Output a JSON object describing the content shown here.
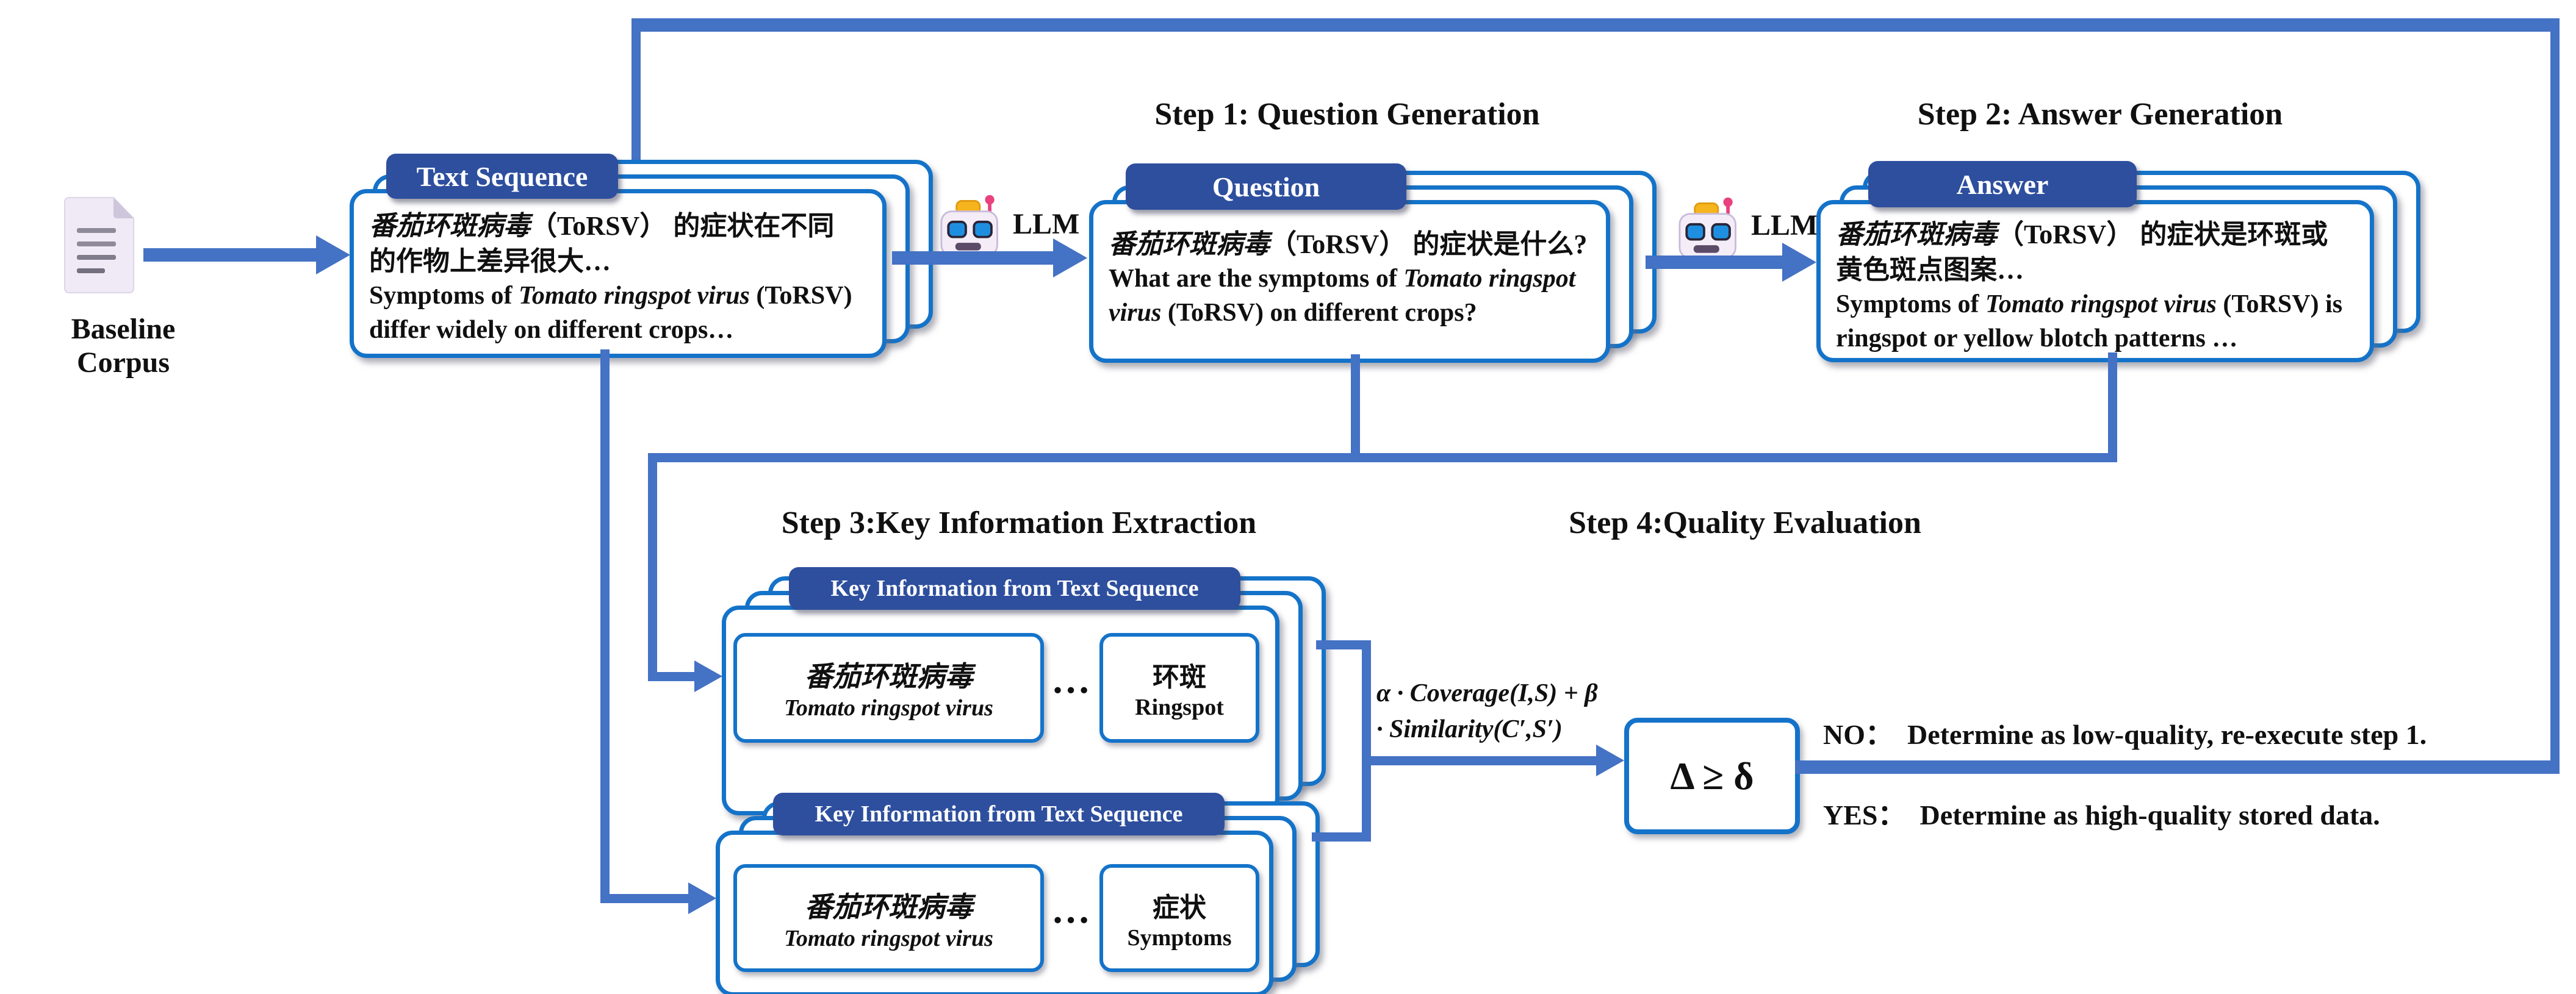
{
  "palette": {
    "arrow_blue": "#4472C4",
    "card_border_blue": "#1473C9",
    "tab_navy": "#2E4F9E",
    "text_black": "#101010",
    "doc_lavender": "#EFEAF5"
  },
  "corpus": {
    "label": "Baseline Corpus"
  },
  "llm": {
    "label": "LLM"
  },
  "steps": {
    "step1": "Step 1: Question Generation",
    "step2": "Step 2: Answer Generation",
    "step3": "Step 3:Key Information Extraction",
    "step4": "Step 4:Quality Evaluation"
  },
  "text_sequence": {
    "tab": "Text Sequence",
    "zh_italic": "番茄环斑病毒",
    "zh_rest": "（ToRSV） 的症状在不同的作物上差异很大…",
    "en_pre": "Symptoms of ",
    "en_italic": "Tomato ringspot virus",
    "en_post": " (ToRSV) differ widely on different crops…"
  },
  "question": {
    "tab": "Question",
    "zh_italic": "番茄环斑病毒",
    "zh_rest": "（ToRSV） 的症状是什么?",
    "en_pre": "What are the symptoms of ",
    "en_italic": "Tomato ringspot virus",
    "en_post": " (ToRSV) on different crops?"
  },
  "answer": {
    "tab": "Answer",
    "zh_italic": "番茄环斑病毒",
    "zh_rest": "（ToRSV） 的症状是环斑或黄色斑点图案…",
    "en_pre": "Symptoms of ",
    "en_italic": "Tomato ringspot virus",
    "en_post": " (ToRSV) is  ringspot or yellow blotch patterns …"
  },
  "key_info_top": {
    "tab": "Key Information from Text Sequence",
    "item1_zh": "番茄环斑病毒",
    "item1_en": "Tomato ringspot virus",
    "ellipsis": "…",
    "item2_zh": "环斑",
    "item2_en": "Ringspot"
  },
  "key_info_bottom": {
    "tab": "Key Information from Text Sequence",
    "item1_zh": "番茄环斑病毒",
    "item1_en": "Tomato ringspot virus",
    "ellipsis": "…",
    "item2_zh": "症状",
    "item2_en": "Symptoms"
  },
  "evaluation": {
    "formula_line1": "α · Coverage(I,S) + β",
    "formula_line2": "· Similarity(C′,S′)",
    "threshold": "Δ ≥ δ",
    "no_text": "NO：  Determine as low-quality, re-execute step 1.",
    "yes_text": "YES：  Determine as high-quality stored data."
  }
}
